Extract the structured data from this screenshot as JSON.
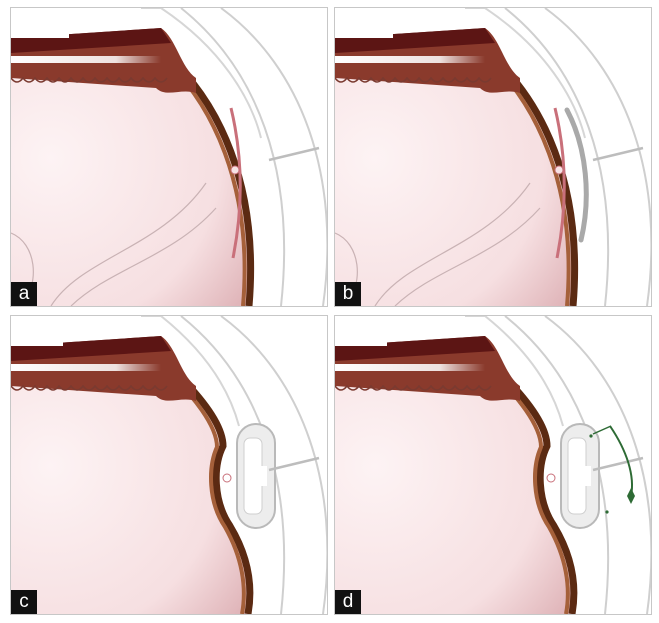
{
  "figure": {
    "panels": [
      {
        "label": "a"
      },
      {
        "label": "b"
      },
      {
        "label": "c"
      },
      {
        "label": "d"
      }
    ]
  },
  "colors": {
    "fundus_light": "#fbeff0",
    "fundus_dark": "#ebc5c8",
    "retina": "#a5603a",
    "retina_edge": "#5b2a12",
    "ciliary_dark": "#5c1514",
    "sclera_line": "#cfcfcf",
    "suture_green": "#2e6b35",
    "buckle_fill": "#ededed"
  }
}
